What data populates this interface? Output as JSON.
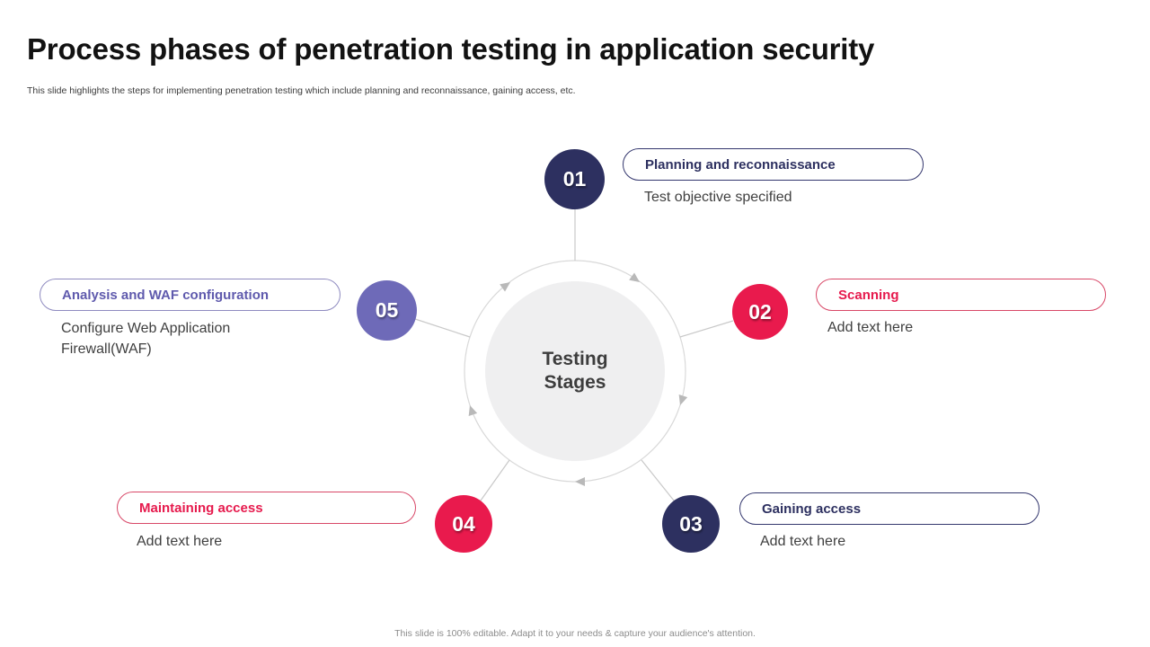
{
  "slide": {
    "title": "Process phases of penetration testing in application security",
    "subtitle": "This slide highlights the steps for implementing penetration testing which include planning and reconnaissance, gaining access, etc.",
    "footer": "This slide is 100% editable. Adapt it to your needs & capture your audience's attention."
  },
  "diagram": {
    "center_label": "Testing Stages",
    "stages": [
      {
        "number": "01",
        "label": "Planning and reconnaissance",
        "description": "Test objective specified",
        "color": "#2d3060"
      },
      {
        "number": "02",
        "label": "Scanning",
        "description": "Add text here",
        "color": "#e91a4d"
      },
      {
        "number": "03",
        "label": "Gaining access",
        "description": "Add text here",
        "color": "#2d3060"
      },
      {
        "number": "04",
        "label": "Maintaining access",
        "description": "Add text here",
        "color": "#e91a4d"
      },
      {
        "number": "05",
        "label": "Analysis and WAF configuration",
        "description": "Configure Web Application Firewall(WAF)",
        "color": "#6e6ab8"
      }
    ]
  },
  "colors": {
    "navy": "#2d3060",
    "crimson": "#e91a4d",
    "purple": "#6e6ab8",
    "center_fill": "#efeff0",
    "ring_gray": "#d9d9d9",
    "body_text": "#3f3f3f",
    "footer_gray": "#8c8c8c"
  }
}
